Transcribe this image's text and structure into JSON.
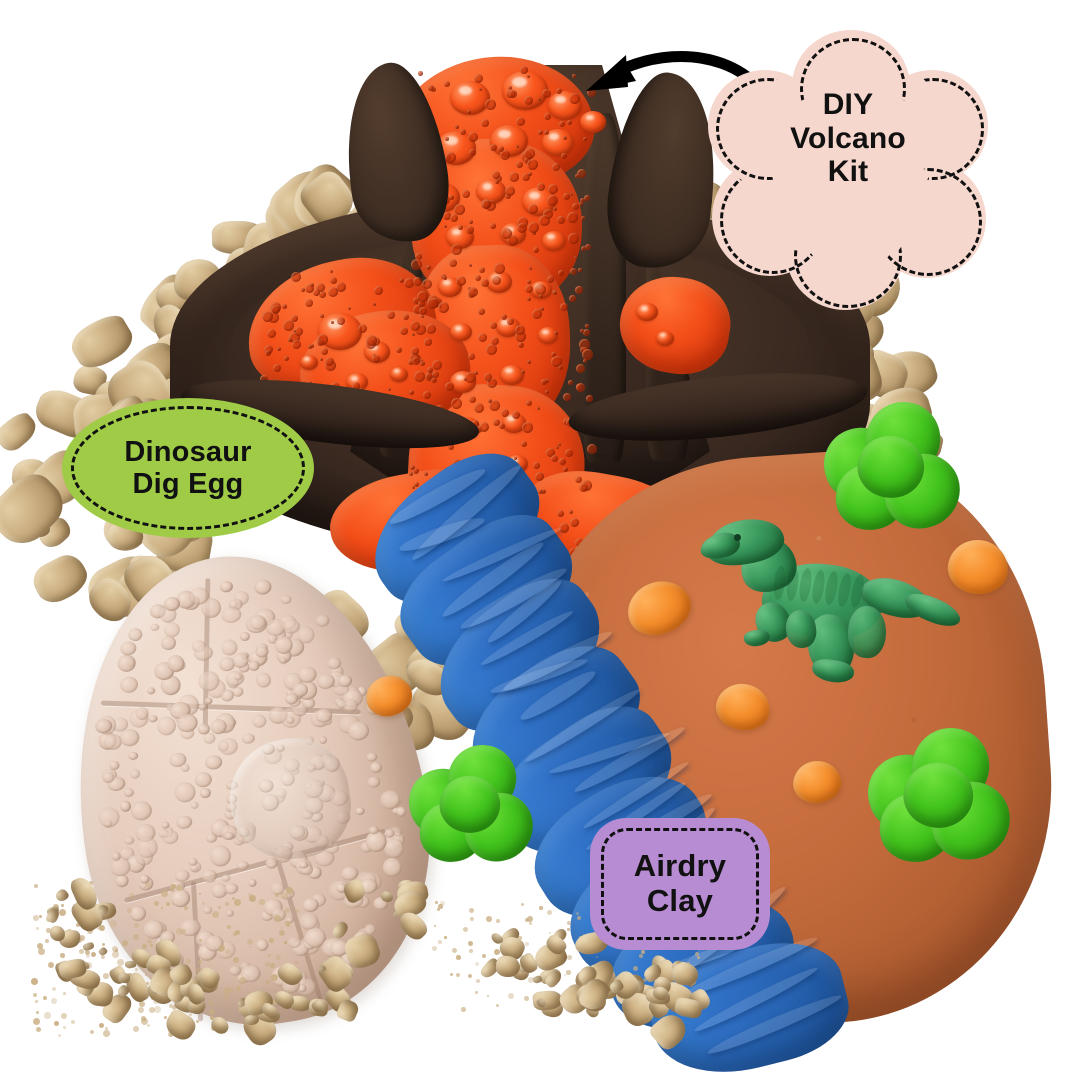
{
  "image": {
    "subject": "DIY dinosaur volcano air-dry clay craft kit product photo",
    "background_color": "#ffffff"
  },
  "badges": [
    {
      "id": "volcano",
      "shape": "flower-cloud",
      "lines": [
        "DIY",
        "Volcano",
        "Kit"
      ],
      "fill": "#f6d7cd",
      "border": "#111111",
      "border_style": "dashed",
      "text_color": "#111111"
    },
    {
      "id": "egg",
      "shape": "ellipse",
      "lines": [
        "Dinosaur",
        "Dig Egg"
      ],
      "fill": "#9fcb46",
      "border": "#111111",
      "border_style": "dashed",
      "text_color": "#111111"
    },
    {
      "id": "clay",
      "shape": "rounded-square",
      "lines": [
        "Airdry",
        "Clay"
      ],
      "fill": "#b78cd2",
      "border": "#111111",
      "border_style": "dashed",
      "text_color": "#111111"
    }
  ],
  "annotations": {
    "arrow": {
      "name": "curved-arrow",
      "color": "#000000",
      "from": "DIY Volcano Kit badge",
      "to": "volcano lava crater"
    }
  },
  "scene_objects": [
    {
      "name": "volcano-model",
      "colors": {
        "cone": "#3a2a21",
        "lava": "#f4501a"
      }
    },
    {
      "name": "lava-flow",
      "colors": {
        "primary": "#f4501a",
        "highlight": "#ff9b68"
      }
    },
    {
      "name": "sand-rocks",
      "colors": {
        "primary": "#cdb184"
      }
    },
    {
      "name": "clay-terrain",
      "colors": {
        "primary": "#c46b3c"
      }
    },
    {
      "name": "clay-river",
      "colors": {
        "primary": "#2f6fc4"
      }
    },
    {
      "name": "dinosaur-dig-egg",
      "colors": {
        "primary": "#e6cdbd"
      }
    },
    {
      "name": "green-bushes",
      "colors": {
        "primary": "#43c41d"
      }
    },
    {
      "name": "orange-egg-stones",
      "colors": {
        "primary": "#f5902e"
      }
    },
    {
      "name": "trex-figure",
      "colors": {
        "primary": "#37965a"
      }
    }
  ]
}
